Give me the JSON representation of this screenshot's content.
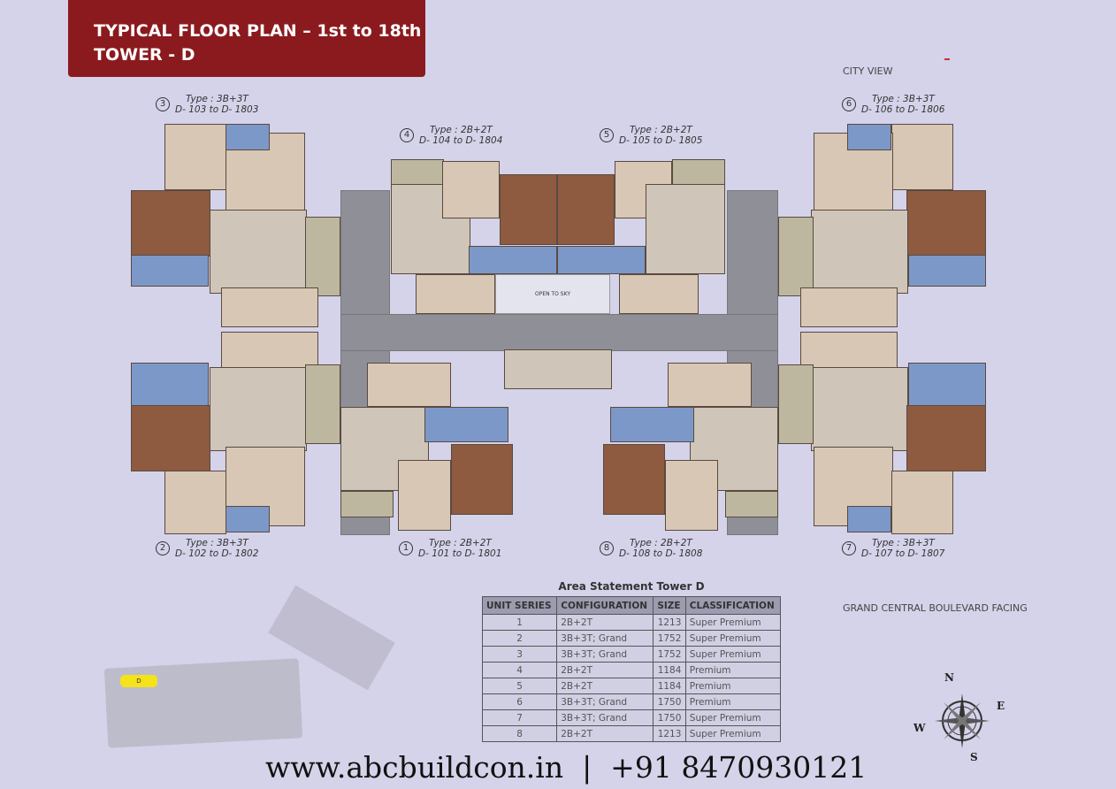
{
  "header": {
    "line1": "TYPICAL FLOOR PLAN – 1st to 18th",
    "line2": "TOWER - D"
  },
  "captions": {
    "city_view": "CITY VIEW",
    "boulevard": "GRAND CENTRAL BOULEVARD FACING"
  },
  "units": [
    {
      "num": "3",
      "type": "Type : 3B+3T",
      "range": "D- 103 to D- 1803"
    },
    {
      "num": "4",
      "type": "Type : 2B+2T",
      "range": "D- 104 to D- 1804"
    },
    {
      "num": "5",
      "type": "Type : 2B+2T",
      "range": "D- 105 to D- 1805"
    },
    {
      "num": "6",
      "type": "Type : 3B+3T",
      "range": "D- 106 to D- 1806"
    },
    {
      "num": "2",
      "type": "Type : 3B+3T",
      "range": "D- 102 to D- 1802"
    },
    {
      "num": "1",
      "type": "Type : 2B+2T",
      "range": "D- 101 to D- 1801"
    },
    {
      "num": "8",
      "type": "Type : 2B+2T",
      "range": "D- 108 to D- 1808"
    },
    {
      "num": "7",
      "type": "Type : 3B+3T",
      "range": "D- 107 to D- 1807"
    }
  ],
  "plan": {
    "open_to_sky": "OPEN TO SKY"
  },
  "site_map": {
    "tower_marker": "D"
  },
  "table": {
    "title": "Area Statement Tower D",
    "headers": [
      "UNIT SERIES",
      "CONFIGURATION",
      "SIZE",
      "CLASSIFICATION"
    ],
    "rows": [
      [
        "1",
        "2B+2T",
        "1213",
        "Super Premium"
      ],
      [
        "2",
        "3B+3T; Grand",
        "1752",
        "Super Premium"
      ],
      [
        "3",
        "3B+3T; Grand",
        "1752",
        "Super Premium"
      ],
      [
        "4",
        "2B+2T",
        "1184",
        "Premium"
      ],
      [
        "5",
        "2B+2T",
        "1184",
        "Premium"
      ],
      [
        "6",
        "3B+3T; Grand",
        "1750",
        "Premium"
      ],
      [
        "7",
        "3B+3T; Grand",
        "1750",
        "Super Premium"
      ],
      [
        "8",
        "2B+2T",
        "1213",
        "Super Premium"
      ]
    ]
  },
  "compass": {
    "n": "N",
    "e": "E",
    "s": "S",
    "w": "W"
  },
  "footer": {
    "text": "www.abcbuildcon.in  |  +91 8470930121"
  },
  "colors": {
    "header_bg": "#8b1a1e",
    "page_bg": "#d4d3ea"
  }
}
